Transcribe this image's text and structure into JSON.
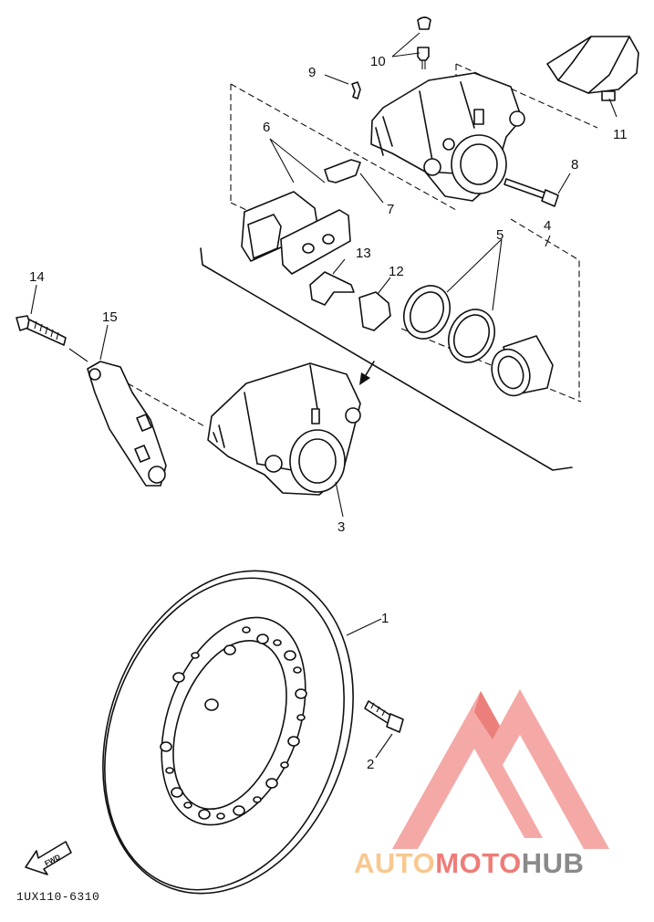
{
  "diagram": {
    "code": "1UX110-6310",
    "fwd_label": "FWD",
    "callouts": [
      "1",
      "2",
      "3",
      "4",
      "5",
      "6",
      "7",
      "8",
      "9",
      "10",
      "11",
      "12",
      "13",
      "14",
      "15"
    ]
  },
  "watermark": {
    "part1": "AUTO",
    "part2": "MOTO",
    "part3": "HUB",
    "colors": {
      "orange": "#F8C890",
      "red": "#EE7C78",
      "gray": "#8A8A8A"
    }
  }
}
